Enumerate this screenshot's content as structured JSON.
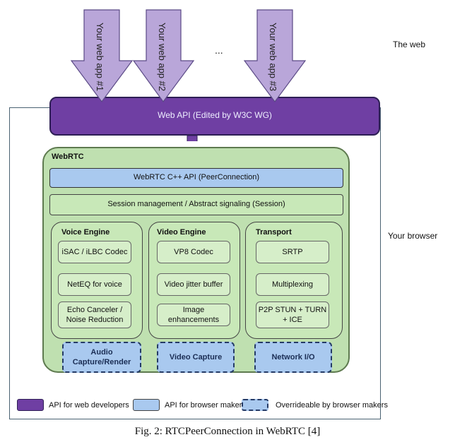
{
  "apps": [
    {
      "label": "Your web app #1"
    },
    {
      "label": "Your web app #2"
    },
    {
      "label": "Your web app #3"
    }
  ],
  "ellipsis": "...",
  "side_labels": {
    "web": "The web",
    "browser": "Your browser"
  },
  "web_api": {
    "label": "Web API (Edited by W3C WG)"
  },
  "webrtc": {
    "title": "WebRTC",
    "cpp_api": "WebRTC C++ API (PeerConnection)",
    "session": "Session management / Abstract signaling (Session)",
    "voice_engine": {
      "title": "Voice Engine",
      "items": [
        "iSAC / iLBC Codec",
        "NetEQ for voice",
        "Echo Canceler / Noise Reduction"
      ]
    },
    "video_engine": {
      "title": "Video Engine",
      "items": [
        "VP8 Codec",
        "Video jitter buffer",
        "Image enhancements"
      ]
    },
    "transport": {
      "title": "Transport",
      "items": [
        "SRTP",
        "Multiplexing",
        "P2P STUN + TURN + ICE"
      ]
    },
    "captures": [
      "Audio Capture/Render",
      "Video Capture",
      "Network I/O"
    ]
  },
  "legend": [
    {
      "label": "API for web developers",
      "color": "#6f3fa3"
    },
    {
      "label": "API for browser makers",
      "color": "#a9c9ef"
    },
    {
      "label": "Overrideable by browser makers",
      "color": "#a9c9ef"
    }
  ],
  "colors": {
    "purple": "#6f3fa3",
    "light_purple": "#b9a6d9",
    "green": "#bfe0b0",
    "blue": "#a9c9ef"
  },
  "caption": "Fig. 2: RTCPeerConnection in WebRTC  [4]"
}
